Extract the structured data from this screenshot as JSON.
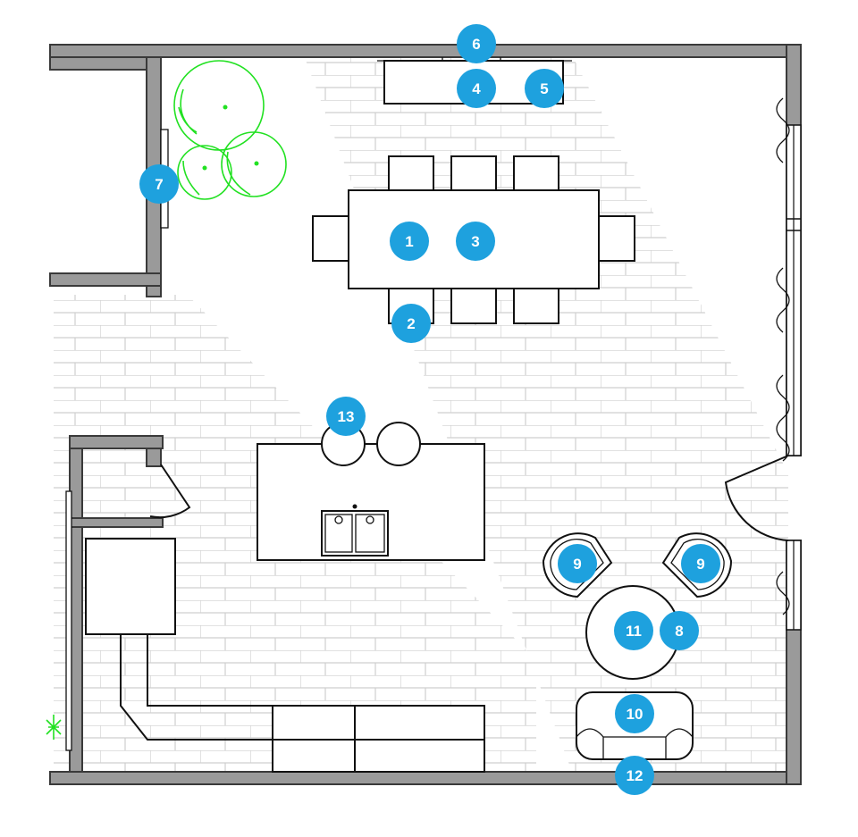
{
  "colors": {
    "badge": "#1ea1de",
    "badge_text": "#ffffff",
    "wall": "#9a9a9a",
    "wall_edge": "#3a3a3a",
    "brick_line": "#cfcfcf",
    "plant": "#22e122",
    "furniture_stroke": "#111111"
  },
  "icons": {
    "plant": "potted-plant-icon",
    "sink": "double-sink-icon",
    "chair": "chair-icon",
    "stool": "bar-stool-icon"
  },
  "markers": [
    {
      "id": "marker-1",
      "label": "1"
    },
    {
      "id": "marker-2",
      "label": "2"
    },
    {
      "id": "marker-3",
      "label": "3"
    },
    {
      "id": "marker-4",
      "label": "4"
    },
    {
      "id": "marker-5",
      "label": "5"
    },
    {
      "id": "marker-6",
      "label": "6"
    },
    {
      "id": "marker-7",
      "label": "7"
    },
    {
      "id": "marker-8",
      "label": "8"
    },
    {
      "id": "marker-9a",
      "label": "9"
    },
    {
      "id": "marker-9b",
      "label": "9"
    },
    {
      "id": "marker-10",
      "label": "10"
    },
    {
      "id": "marker-11",
      "label": "11"
    },
    {
      "id": "marker-12",
      "label": "12"
    },
    {
      "id": "marker-13",
      "label": "13"
    }
  ]
}
